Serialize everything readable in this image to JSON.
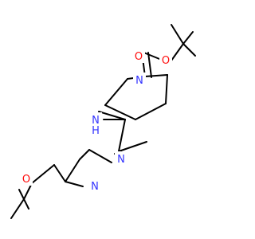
{
  "molecule": {
    "atom_labels": {
      "boc_o_carbonyl": "O",
      "boc_o_ester": "O",
      "pyrrolidine_n": "N",
      "amine_nh": "N",
      "amine_h": "H",
      "pyrimidine_n_top": "N",
      "pyrimidine_n_bottom": "N",
      "ethoxy_o": "O"
    },
    "colors": {
      "bond": "#000000",
      "nitrogen": "#3333ff",
      "oxygen": "#ff0d0d"
    }
  }
}
